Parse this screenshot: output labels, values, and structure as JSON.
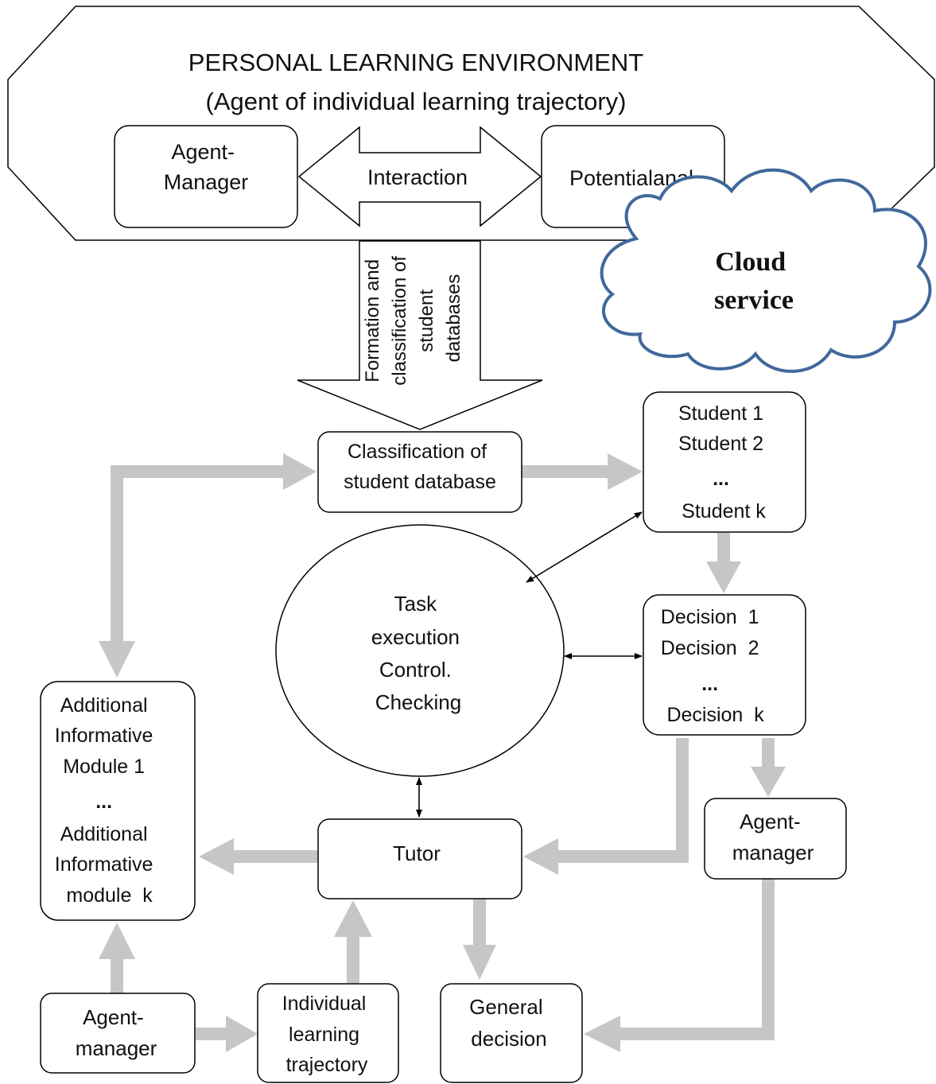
{
  "ple": {
    "title": "PERSONAL LEARNING ENVIRONMENT",
    "subtitle": "(Agent of individual learning trajectory)"
  },
  "agent_manager_top": [
    "Agent-",
    "Manager"
  ],
  "interaction": "Interaction",
  "potential_anal": "Potentialanal",
  "formation_arrow": [
    "Formation and",
    "classification of",
    "student",
    "databases"
  ],
  "cloud": [
    "Cloud",
    "service"
  ],
  "classification_box": [
    "Classification of",
    "student database"
  ],
  "students_box": [
    "Student 1",
    "Student 2",
    "...",
    "Student k"
  ],
  "decisions_box": [
    "Decision  1",
    "Decision  2",
    "...",
    "Decision  k"
  ],
  "task_ellipse": [
    "Task",
    "execution",
    "Control.",
    "Checking"
  ],
  "additional_box": [
    "Additional",
    "Informative",
    "Module 1",
    "...",
    "Additional",
    "Informative",
    "module  k"
  ],
  "tutor": "Tutor",
  "agent_manager_right": [
    "Agent-",
    "manager"
  ],
  "agent_manager_bottom": [
    "Agent-",
    "manager"
  ],
  "ilt_box": [
    "Individual",
    "learning",
    "trajectory"
  ],
  "general_decision": [
    "General",
    "decision"
  ],
  "colors": {
    "thick_arrow": "#c6c6c6",
    "cloud_stroke": "#41689c",
    "stroke": "#000000",
    "fill": "#ffffff"
  }
}
